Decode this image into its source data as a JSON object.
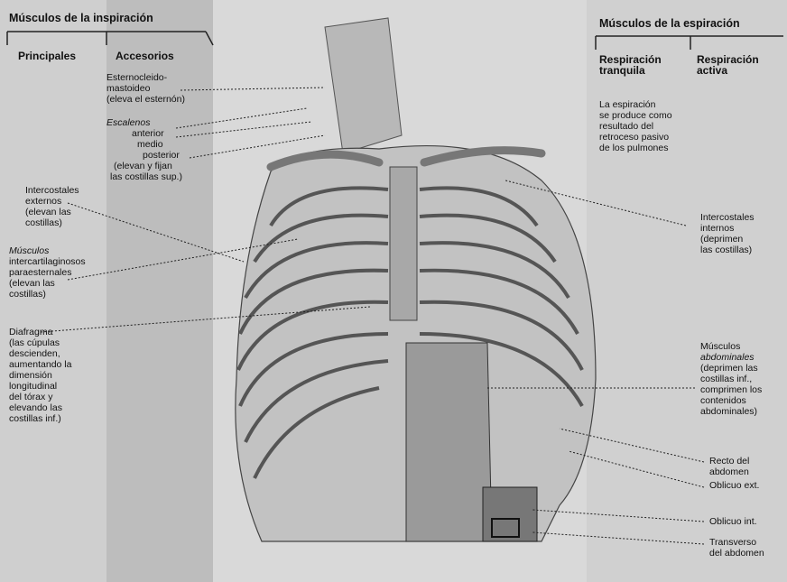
{
  "left": {
    "title": "Músculos de la inspiración",
    "col_principales": "Principales",
    "col_accesorios": "Accesorios",
    "esternocleido": [
      "Esternocleido-",
      "mastoideo",
      "(eleva el esternón)"
    ],
    "escalenos": [
      "Escalenos",
      "anterior",
      "medio",
      "posterior",
      "(elevan y fijan",
      "las costillas sup.)"
    ],
    "intercostales_externos": [
      "Intercostales",
      "externos",
      "(elevan las",
      "costillas)"
    ],
    "intercartilaginosos": [
      "Músculos",
      "intercartilaginosos",
      "paraesternales",
      "(elevan las",
      "costillas)"
    ],
    "diafragma": [
      "Diafragma",
      "(las cúpulas",
      "descienden,",
      "aumentando la",
      "dimensión",
      "longitudinal",
      "del tórax y",
      "elevando las",
      "costillas inf.)"
    ]
  },
  "right": {
    "title": "Músculos de la espiración",
    "col_tranquila": [
      "Respiración",
      "tranquila"
    ],
    "col_activa": [
      "Respiración",
      "activa"
    ],
    "tranquila_text": [
      "La espiración",
      "se produce como",
      "resultado del",
      "retroceso pasivo",
      "de los pulmones"
    ],
    "intercostales_internos": [
      "Intercostales",
      "internos",
      "(deprimen",
      "las costillas)"
    ],
    "abdominales": [
      "Músculos",
      "abdominales",
      "(deprimen las",
      "costillas inf.,",
      "comprimen los",
      "contenidos",
      "abdominales)"
    ],
    "recto": [
      "Recto del",
      "abdomen"
    ],
    "oblicuo_ext": "Oblicuo ext.",
    "oblicuo_int": "Oblicuo int.",
    "transverso": [
      "Transverso",
      "del abdomen"
    ]
  }
}
